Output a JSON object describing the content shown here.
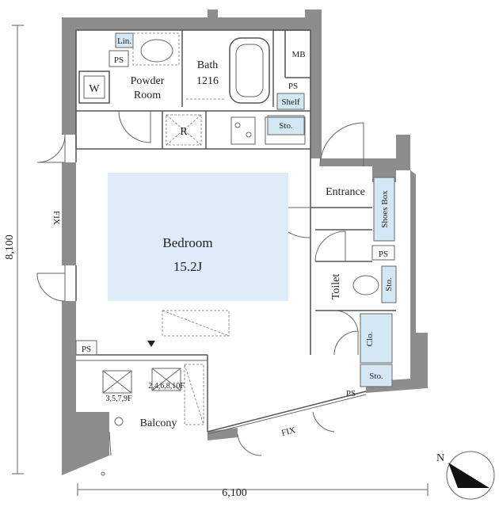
{
  "rooms": {
    "bedroom": {
      "label": "Bedroom",
      "size": "15.2J"
    },
    "bath": {
      "label": "Bath",
      "size": "1216"
    },
    "powder_room": {
      "line1": "Powder",
      "line2": "Room"
    },
    "entrance": "Entrance",
    "toilet": "Toilet",
    "balcony": "Balcony",
    "mb": "MB"
  },
  "fixtures": {
    "washer": "W",
    "refrigerator": "R",
    "shelf": "Shelf",
    "storage": "Sto.",
    "linen": "Lin.",
    "shoes_box": "Shoes Box",
    "closet": "Clo.",
    "pipe_space": "PS"
  },
  "labels": {
    "fix_left": "FIX",
    "fix_bottom": "FIX",
    "balcony_floors_a": "3,5,7,9F",
    "balcony_floors_b": "2,4,6,8,10F"
  },
  "dimensions": {
    "height": "8,100",
    "width": "6,100"
  },
  "compass": {
    "north": "N"
  }
}
